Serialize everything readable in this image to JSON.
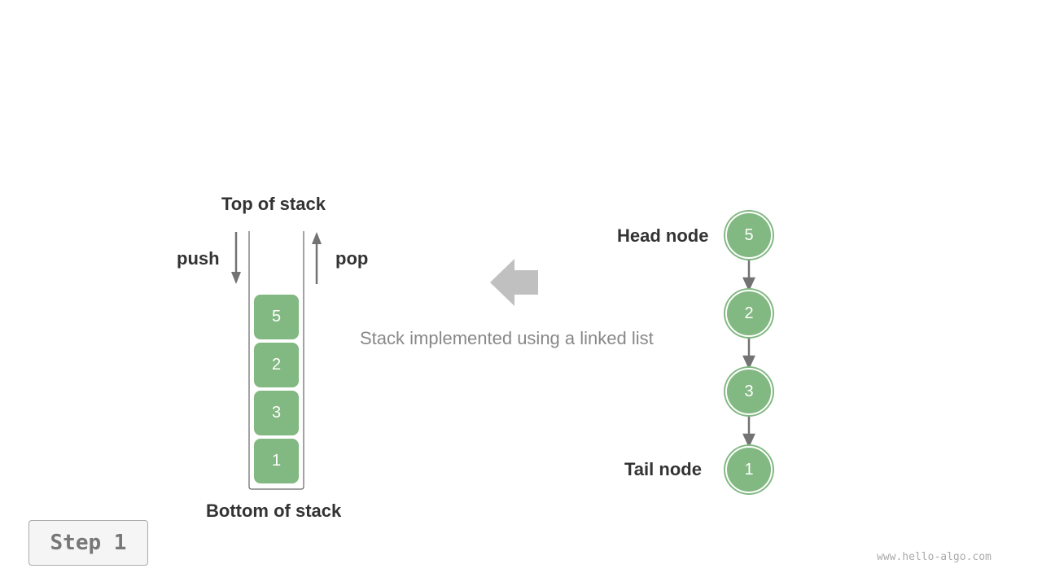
{
  "stack": {
    "top_label": "Top of stack",
    "bottom_label": "Bottom of stack",
    "push_label": "push",
    "pop_label": "pop",
    "items": [
      "5",
      "2",
      "3",
      "1"
    ]
  },
  "linked_list": {
    "head_label": "Head node",
    "tail_label": "Tail node",
    "nodes": [
      "5",
      "2",
      "3",
      "1"
    ]
  },
  "caption": "Stack implemented using a linked list",
  "step_label": "Step 1",
  "watermark": "www.hello-algo.com",
  "colors": {
    "node": "#82b882",
    "arrow": "#737373",
    "big_arrow": "#c0c0c0"
  }
}
